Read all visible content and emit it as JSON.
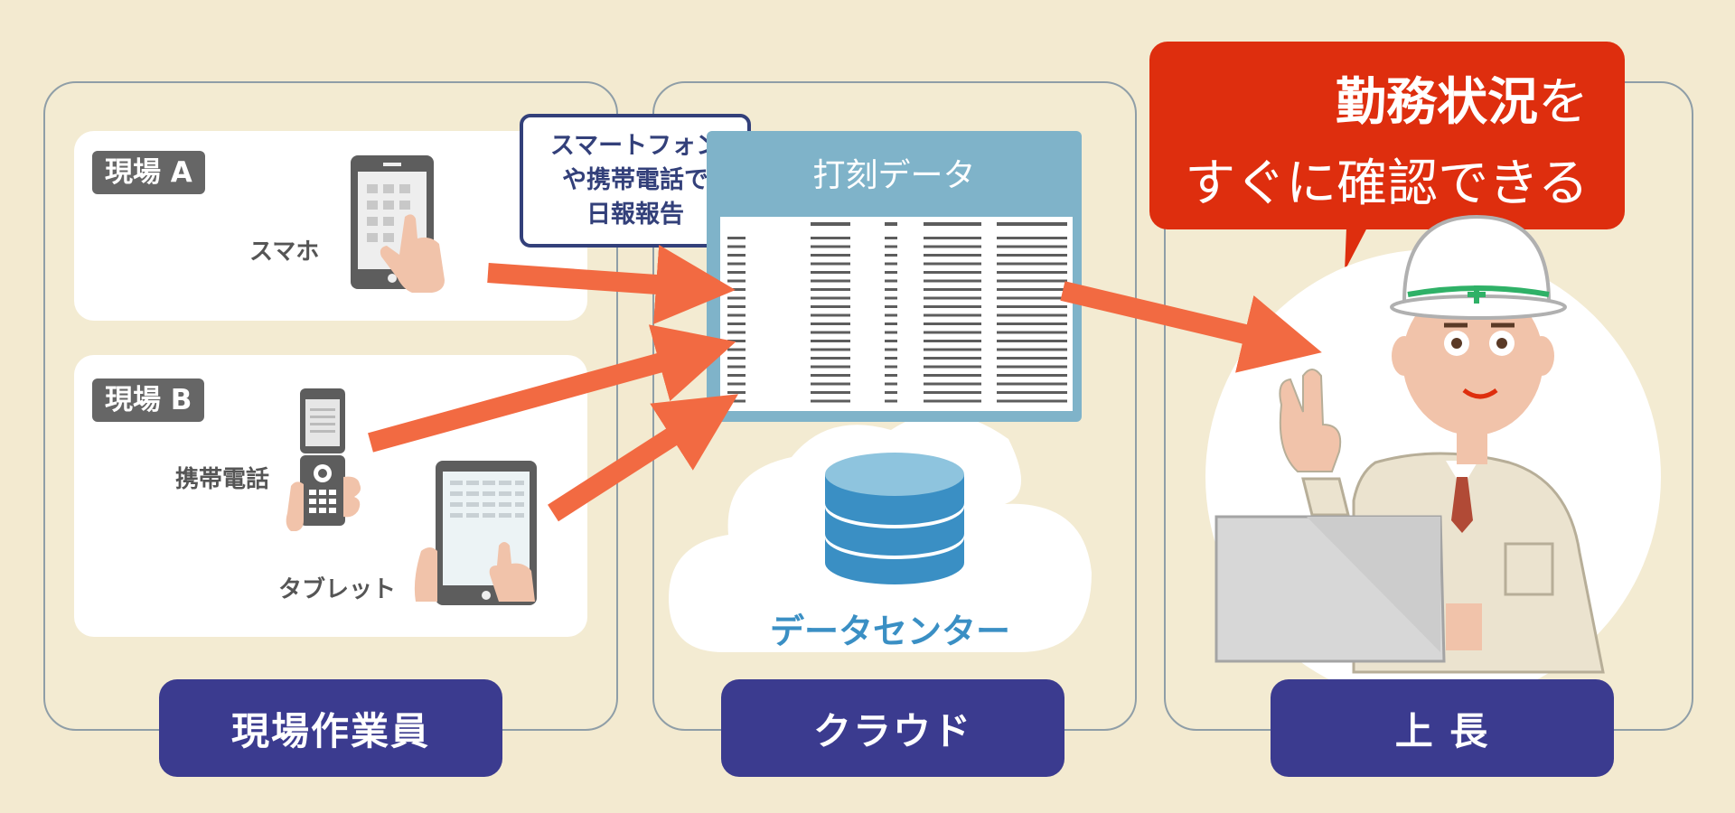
{
  "sites": {
    "a": {
      "tag": "現場 A",
      "device_label": "スマホ"
    },
    "b": {
      "tag": "現場 B",
      "phone_label": "携帯電話",
      "tablet_label": "タブレット"
    }
  },
  "callout": {
    "lines": [
      "スマートフォン",
      "や携帯電話で",
      "日報報告"
    ]
  },
  "cloud": {
    "sheet_title": "打刻データ",
    "datacenter_label": "データセンター"
  },
  "bubble": {
    "emphasis": "勤務状況",
    "particle": "を",
    "line2": "すぐに確認できる"
  },
  "footer": {
    "left": "現場作業員",
    "middle": "クラウド",
    "right": "上 長"
  },
  "colors": {
    "background": "#f3ead0",
    "arrow": "#f26a42",
    "footer": "#3b3b8f",
    "bubble": "#de2e0e",
    "sheet_header": "#7fb3c9",
    "datacenter": "#3a8fc4"
  }
}
